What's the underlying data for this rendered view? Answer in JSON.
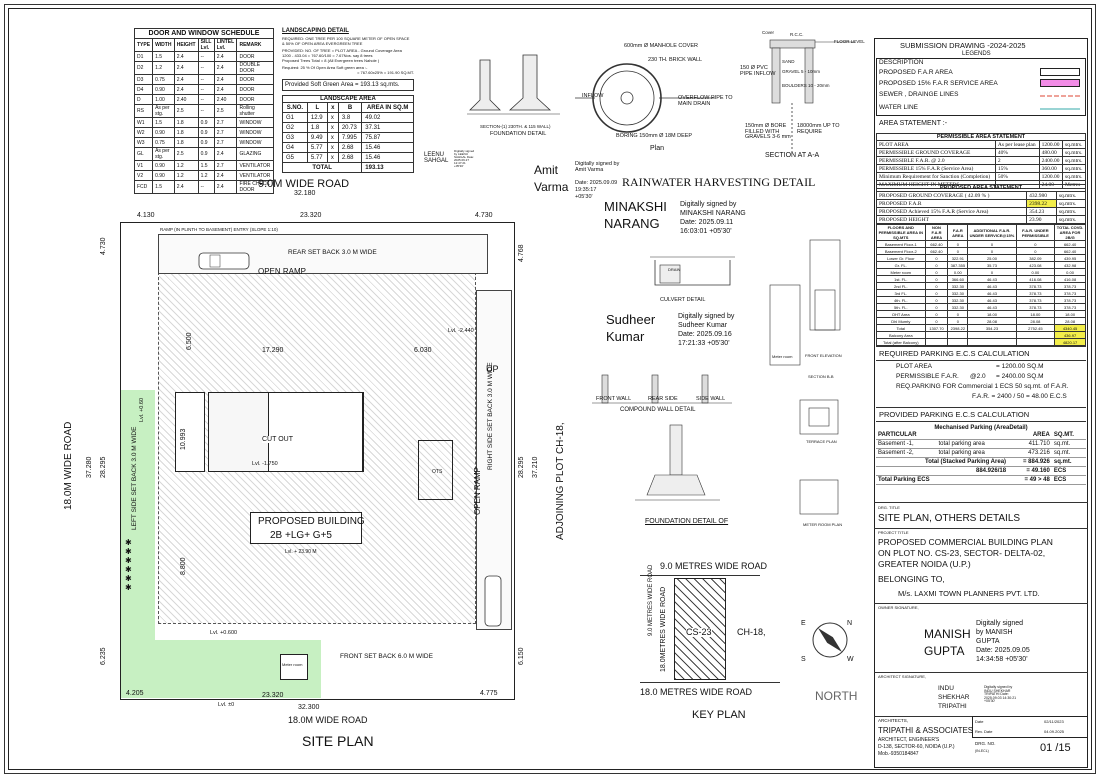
{
  "schedule": {
    "title": "DOOR AND WINDOW SCHEDULE",
    "headers": [
      "TYPE",
      "WIDTH",
      "HEIGHT",
      "SILL Lvl.",
      "LINTEL Lvl.",
      "REMARK"
    ],
    "rows": [
      [
        "D1",
        "1.5",
        "2.4",
        "--",
        "2.4",
        "DOOR"
      ],
      [
        "D2",
        "1.2",
        "2.4",
        "--",
        "2.4",
        "DOUBLE DOOR"
      ],
      [
        "D3",
        "0.75",
        "2.4",
        "--",
        "2.4",
        "DOOR"
      ],
      [
        "D4",
        "0.90",
        "2.4",
        "--",
        "2.4",
        "DOOR"
      ],
      [
        "D",
        "1.00",
        "2.40",
        "--",
        "2.40",
        "DOOR"
      ],
      [
        "RS",
        "As per stg.",
        "2.5",
        "--",
        "2.5",
        "Rolling shutter"
      ],
      [
        "W1",
        "1.5",
        "1.8",
        "0.9",
        "2.7",
        "WINDOW"
      ],
      [
        "W2",
        "0.90",
        "1.8",
        "0.9",
        "2.7",
        "WINDOW"
      ],
      [
        "W3",
        "0.75",
        "1.8",
        "0.9",
        "2.7",
        "WINDOW"
      ],
      [
        "GL",
        "As per stg.",
        "2.5",
        "0.9",
        "2.4",
        "GLAZING"
      ],
      [
        "V1",
        "0.90",
        "1.2",
        "1.5",
        "2.7",
        "VENTILATOR"
      ],
      [
        "V2",
        "0.90",
        "1.2",
        "1.2",
        "2.4",
        "VENTILATOR"
      ],
      [
        "FCD",
        "1.5",
        "2.4",
        "--",
        "2.4",
        "FIRE CHECK DOOR"
      ]
    ]
  },
  "landscape": {
    "title": "LANDSCAPING DETAIL",
    "line1": "REQUIRED: ONE TREE PER 100 SQUARE METER OF OPEN SPACE",
    "line2": "& 50% OF OPEN AREA EVERGREEN TREE",
    "line3": "PROVIDED: NO. OF TREE = PLOT AREA - Ground Coverage Area",
    "line4": "1200 - 433.04 = 767.60/100 = 7.67Nos. say 8 trees",
    "line5": "Proposed Trees Total = 8 (All Evergreen trees Nahole )",
    "line6": "Required: 25 % Of Open Area Soft green area :-",
    "line7": "= 767.60x25% = 191.90 SQ.MT.",
    "provided": "Provided Soft Green Area = 193.13 sq.mts.",
    "area_title": "LANDSCAPE AREA",
    "headers": [
      "S.NO.",
      "L",
      "x",
      "B",
      "AREA IN SQ.M"
    ],
    "rows": [
      [
        "G1",
        "12.9",
        "x",
        "3.8",
        "49.02"
      ],
      [
        "G2",
        "1.8",
        "x",
        "20.73",
        "37.31"
      ],
      [
        "G3",
        "9.49",
        "x",
        "7.995",
        "75.87"
      ],
      [
        "G4",
        "5.77",
        "x",
        "2.68",
        "15.46"
      ],
      [
        "G5",
        "5.77",
        "x",
        "2.68",
        "15.46"
      ]
    ],
    "total_label": "TOTAL",
    "total_value": "193.13"
  },
  "rwh": {
    "manhole": "600mm Ø MANHOLE COVER",
    "brick": "230 TH. BRICK WALL",
    "pvc": "150 Ø PVC PIPE INFLOW",
    "inflow": "INFLOW",
    "overflow": "OVERFLOW PIPE TO MAIN DRAIN",
    "boring": "BORING 150mm Ø 18M DEEP",
    "plan": "Plan",
    "bore": "150mm Ø BORE FILLED WITH GRAVELS 3-6 mm",
    "deep": "18000mm UP TO REQUIRE",
    "section_aa": "SECTION AT A-A",
    "section_foundation": "SECTION-(1) 230TH. & 115 WALL)",
    "foundation_detail": "FOUNDATION DETAIL",
    "title": "RAINWATER HARVESTING DETAIL",
    "cover": "Cover",
    "floor_level": "FLOOR LEVEL",
    "rcc": "R.C.C.",
    "sand": "SAND",
    "gravel": "GRAVEL 5 - 10mm",
    "boulders": "BOULDERS 10 - 20mm"
  },
  "signatures": {
    "leenu_name": "LEENU SAHGAL",
    "leenu_sig": "Digitally signed by LEENU SAHGAL Date: 2025.09.27 12:47:21 +05'30'",
    "amit_name": "Amit Varma",
    "amit_l1": "Digitally signed by Amit Varma",
    "amit_l2": "Date: 2025.09.09",
    "amit_l3": "19:35:17",
    "amit_l4": "+05'30'",
    "minakshi_name1": "MINAKSHI",
    "minakshi_name2": "NARANG",
    "minakshi_l1": "Digitally signed by",
    "minakshi_l2": "MINAKSHI NARANG",
    "minakshi_l3": "Date: 2025.09.11",
    "minakshi_l4": "16:03:01 +05'30'",
    "sudheer_name1": "Sudheer",
    "sudheer_name2": "Kumar",
    "sudheer_l1": "Digitally signed by",
    "sudheer_l2": "Sudheer Kumar",
    "sudheer_l3": "Date: 2025.09.16",
    "sudheer_l4": "17:21:33 +05'30'",
    "manish_name1": "MANISH",
    "manish_name2": "GUPTA",
    "manish_l1": "Digitally signed",
    "manish_l2": "by MANISH",
    "manish_l3": "GUPTA",
    "manish_l4": "Date: 2025.09.05",
    "manish_l5": "14:34:58 +05'30'",
    "indu_name1": "INDU",
    "indu_name2": "SHEKHAR",
    "indu_name3": "TRIPATHI",
    "indu_sig": "Digitally signed by INDU SHEKHAR TRIPATHI Date: 2025.09.03 14:30:21 +05'30'"
  },
  "site": {
    "road_top": "9.0M WIDE ROAD",
    "road_left": "18.0M WIDE ROAD",
    "road_bottom": "18.0M WIDE ROAD",
    "adjoining": "ADJOINING PLOT CH-18,",
    "dim_top": "32.180",
    "dim_4130": "4.130",
    "dim_23320": "23.320",
    "dim_4730": "4.730",
    "dim_bottom": "32.300",
    "dim_4205": "4.205",
    "dim_23320b": "23.320",
    "dim_4775": "4.775",
    "dim_37280": "37.280",
    "dim_28295": "28.295",
    "dim_37210": "37.210",
    "dim_28295b": "28.295",
    "dim_4730v": "4.730",
    "dim_4768": "4.768",
    "dim_6235": "6.235",
    "dim_6150": "6.150",
    "dim_6500": "6.500",
    "dim_17290": "17.290",
    "dim_6030": "6.030",
    "dim_10993": "10.993",
    "dim_8800": "8.800",
    "ramp_text": "RAMP (IN PLINTH TO BASEMENT) ENTRY (SLOPE 1:10)",
    "rear_setback": "REAR SET BACK 3.0 M WIDE",
    "open_ramp": "OPEN RAMP",
    "open_ramp_v": "OPEN RAMP",
    "left_setback": "LEFT SIDE SET BACK 3.0 M WIDE",
    "right_setback": "RIGHT SIDE SET BACK 3.0 M WIDE",
    "front_setback": "FRONT SET BACK 6.0 M WIDE",
    "cut_out": "CUT OUT",
    "building1": "PROPOSED BUILDING",
    "building2": "2B +LG+ G+5",
    "lvl_2440": "Lvl. -2.440",
    "lvl_1750": "Lvl. -1.750",
    "lvl_0600": "Lvl. +0.600",
    "lvl_00": "Lvl. ±0",
    "lvl_0800": "Lvl. +0.60",
    "lvl_2390": "Lvl. + 23.90 M",
    "up": "UP",
    "meter_room": "Meter room",
    "ots": "OTS",
    "title": "SITE PLAN"
  },
  "legend": {
    "submission": "SUBMISSION DRAWING -2024-2025",
    "legends": "LEGENDS",
    "description": "DESCRIPTION",
    "proposed_far": "PROPOSED  F.A.R  AREA",
    "proposed_15": "PROPOSED 15% F.A.R SERVICE AREA",
    "sewer": "SEWER , DRAINGE LINES",
    "water": "WATER LINE",
    "area_statement": "AREA STATEMENT :-",
    "color_far": "#ffffff",
    "color_15": "#f28ce6"
  },
  "permissible": {
    "title": "PERMISSIBLE AREA STATEMENT",
    "rows": [
      [
        "PLOT AREA",
        "As per lease plan",
        "1200.00",
        "sq.mtrs."
      ],
      [
        "PERMISSIBLE GROUND COVERAGE",
        "40%",
        "480.00",
        "sq.mtrs."
      ],
      [
        "PERMISSIBLE F.A.R. @ 2.0",
        "2",
        "2400.00",
        "sq.mtrs."
      ],
      [
        "PERMISSIBLE 15% F.A.R (Service Area)",
        "15%",
        "360.00",
        "sq.mtrs."
      ],
      [
        "Minimum Requirement for Sanction (Completion)",
        "50%",
        "1200.00",
        "sq.mtrs."
      ],
      [
        "MAXIMUM HEIGHT IN METERS",
        "",
        "24.00",
        "Metres"
      ]
    ]
  },
  "proposed": {
    "title": "PROPOSED AREA STATEMENT",
    "rows": [
      [
        "PROPOSED GROUND COVERAGE  ( 42.09 % )",
        "432.980",
        "sq.mtrs."
      ],
      [
        "PROPOSED F.A.R",
        "2398.22",
        "sq.mtrs."
      ],
      [
        "PROPOSED Achieved 15% F.A.R (Service Area)",
        "354.23",
        "sq.mtrs."
      ],
      [
        "PROPOSED HEIGHT",
        "23.90",
        "sq.mtrs."
      ]
    ]
  },
  "far_table": {
    "headers": [
      "FLOORS AND PERMISSIBLE AREA IN SQ.MTS",
      "NON F.A.R AREA",
      "F.A.R AREA",
      "ADDITIONAL F.A.R. UNDER SERVICE@15%",
      "F.A.R. UNDER PERMISSIBLE",
      "TOTAL COVD. AREA FOR 2B/G"
    ],
    "rows": [
      [
        "Basement Floor-1",
        "662.40",
        "0",
        "0",
        "0",
        "662.40"
      ],
      [
        "Basement Floor-2",
        "662.40",
        "0",
        "0",
        "0",
        "662.40"
      ],
      [
        "Lower Gr. Floor",
        "0",
        "322.91",
        "25.00",
        "382.09",
        "439.95"
      ],
      [
        "Gr. FL.",
        "0",
        "387.355",
        "35.73",
        "423.08",
        "432.98"
      ],
      [
        "Meter room",
        "0",
        "0.00",
        "0",
        "0.00",
        "0.00"
      ],
      [
        "1st. FL.",
        "0",
        "366.60",
        "46.43",
        "416.08",
        "416.08"
      ],
      [
        "2nd FL.",
        "0",
        "332.30",
        "46.43",
        "378.73",
        "378.73"
      ],
      [
        "3rd FL.",
        "0",
        "332.30",
        "46.43",
        "378.73",
        "378.73"
      ],
      [
        "4th. FL.",
        "0",
        "332.30",
        "46.43",
        "378.73",
        "378.73"
      ],
      [
        "5th. FL.",
        "0",
        "332.30",
        "46.43",
        "378.73",
        "378.73"
      ],
      [
        "OHT Area",
        "0",
        "0",
        "18.00",
        "18.00",
        "18.00"
      ],
      [
        "Dhl Mumty",
        "0",
        "0",
        "28.08",
        "28.08",
        "28.08"
      ],
      [
        "Total",
        "1307.70",
        "2398.22",
        "354.23",
        "2752.45",
        "4340.45"
      ],
      [
        "Balcony Area",
        "",
        "",
        "",
        "",
        "436.97"
      ],
      [
        "Total (after Balcony)",
        "",
        "",
        "",
        "",
        "4820.17"
      ]
    ]
  },
  "parking": {
    "title": "REQUIRED  PARKING E.C.S  CALCULATION",
    "plot_label": "PLOT AREA",
    "plot_value": "= 1200.00 SQ.M",
    "far_label": "PERMISSIBLE F.A.R.",
    "far_at": "@2.0",
    "far_value": "= 2400.00 SQ.M",
    "req_label": "REQ.PARKING FOR Commercial 1 ECS  50 sq.mt. of  F.A.R.",
    "req_value": "F.A.R.   = 2400 / 50 = 48.00 E.C.S",
    "prov_title": "PROVIDED  PARKING E.C.S  CALCULATION",
    "mech_title": "Mechanised Parking  (AreaDetail)",
    "h_particular": "PARTICULAR",
    "h_area": "AREA",
    "h_sqmt": "SQ.MT.",
    "b1_label": "Basement -1,",
    "b1_mid": "total  parking area",
    "b1_val": "411.710",
    "b1_unit": "sq.mt.",
    "b2_label": "Basement -2,",
    "b2_mid": "total  parking area",
    "b2_val": "473.216",
    "b2_unit": "sq.mt.",
    "total_label": "Total  (Stacked  Parking  Area)",
    "total_val": "= 884.926",
    "total_unit": "sq.mt.",
    "calc_label": "884.926/18",
    "calc_val": "= 49.160",
    "calc_unit": "ECS",
    "ecs_label": "Total  Parking ECS",
    "ecs_val": "= 49 > 48",
    "ecs_unit": "ECS"
  },
  "titleblock": {
    "drg_title_label": "DRG. TITLE",
    "drg_title": "SITE PLAN, OTHERS   DETAILS",
    "project_label": "PROJECT TITLE",
    "project1": "PROPOSED COMMERCIAL BUILDING PLAN",
    "project2": "ON PLOT  NO. CS-23, SECTOR- DELTA-02,",
    "project3": "GREATER NOIDA  (U.P.)",
    "belonging": "BELONGING TO,",
    "owner": "M/s. LAXMI TOWN PLANNERS PVT. LTD.",
    "owner_sig_label": "OWNER SIGNATURE,",
    "arch_sig_label": "ARCHITECT SIGNATURE,",
    "architects_label": "ARCHITECTS,",
    "firm": "TRIPATHI & ASSOCIATES",
    "firm_sub": "ARCHITECT, ENGINEER'S",
    "firm_addr": "D-138, SECTOR-60, NOIDA (U.P.)",
    "firm_mob": "Mob.-9350184847",
    "date_label": "Date",
    "date_value": "02/11/2023",
    "rev_label": "Rev. Date",
    "rev_value": "04.09.2025",
    "drg_no_label": "DRG. NO.",
    "drg_no_sub": "(IN-ECL)",
    "drg_no": "01 /15"
  },
  "keyplan": {
    "road_top": "9.0 METRES WIDE ROAD",
    "road_bottom": "18.0 METRES WIDE ROAD",
    "road_left1": "9.0 METRES WIDE ROAD",
    "road_left2": "18.0METRES WIDE ROAD",
    "cs": "CS-23",
    "ch": "CH-18,",
    "north": "NORTH",
    "title": "KEY PLAN",
    "n": "N",
    "e": "E",
    "s": "S",
    "w": "W"
  },
  "misc": {
    "culvert": "CULVERT DETAIL",
    "compound": "COMPOUND WALL DETAIL",
    "front_wall": "FRONT WALL",
    "rear_side": "REAR SIDE",
    "side_wall": "SIDE WALL",
    "foundation_of": "FOUNDATION DETAIL OF",
    "front_elev": "FRONT ELEVATION",
    "section_bb": "SECTION B-B",
    "terrace": "TERRACE PLAN",
    "meter_room": "Meter room",
    "meter_plan": "METER ROOM PLAN",
    "drain": "DRAIN"
  }
}
